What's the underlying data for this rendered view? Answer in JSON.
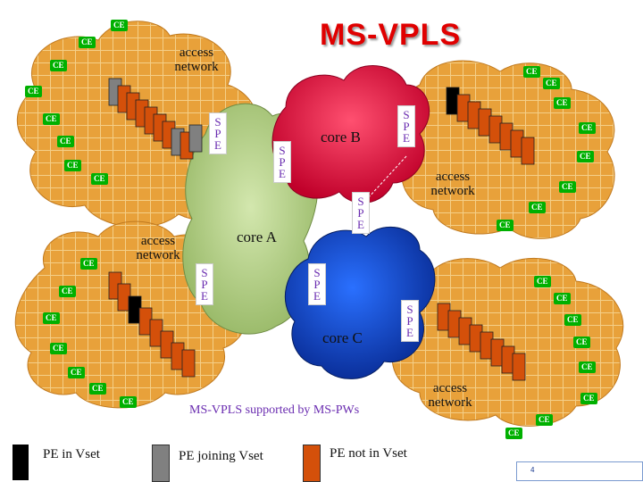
{
  "title": "MS-VPLS",
  "caption": "MS-VPLS supported by MS-PWs",
  "ce_label": "CE",
  "spe_label": "S\nP\nE",
  "access_network_label": "access network",
  "core_labels": {
    "a": "core A",
    "b": "core B",
    "c": "core C"
  },
  "legend": [
    {
      "label": "PE in Vset",
      "color": "#000000"
    },
    {
      "label": "PE joining Vset",
      "color": "#808080"
    },
    {
      "label": "PE not in Vset",
      "color": "#d4500a"
    }
  ],
  "page_number": "4",
  "colors": {
    "title": "#e00000",
    "ce_badge": "#00b000",
    "access_cloud": "#e8a13a",
    "core_a_cloud": "#b7d48f",
    "core_b_cloud": "#e0003a",
    "core_c_cloud": "#0a47c8",
    "spe_text": "#6a2cb0",
    "caption": "#6a2cb0",
    "pe_not_in_vset": "#d4500a",
    "pe_joining_vset": "#808080",
    "pe_in_vset": "#000000"
  }
}
